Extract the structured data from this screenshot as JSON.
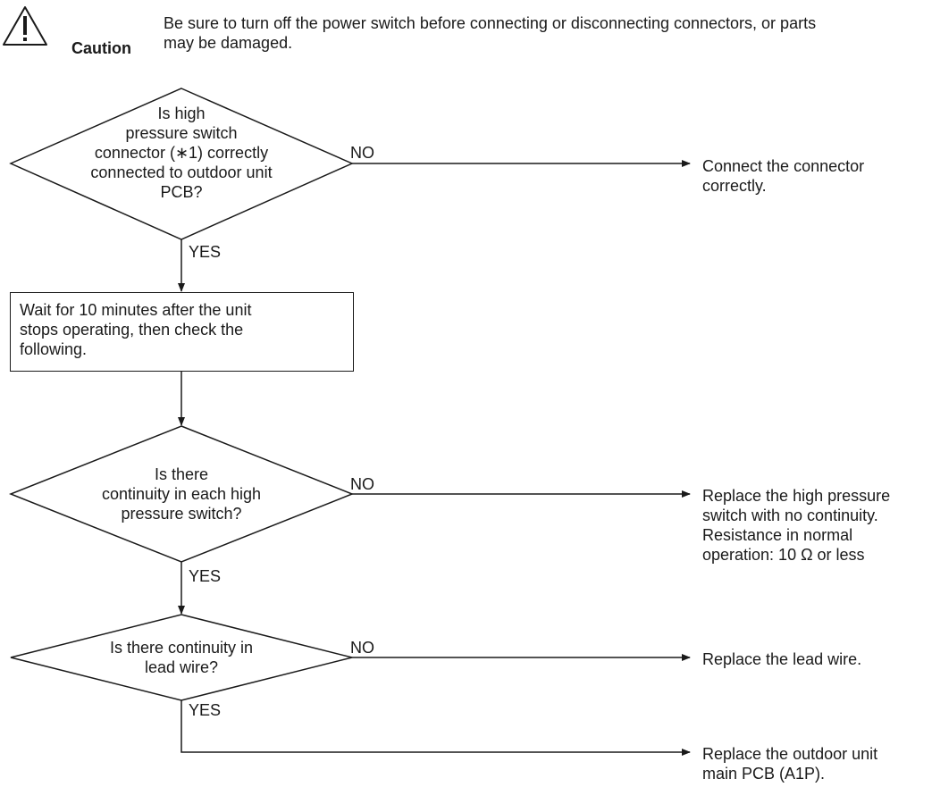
{
  "caution": {
    "label": "Caution",
    "text": "Be sure to turn off the power switch before connecting or disconnecting connectors, or parts may be damaged.",
    "icon": "warning-triangle-icon"
  },
  "decision1": {
    "lines": [
      "Is high",
      "pressure switch",
      "connector (∗1) correctly",
      "connected to outdoor unit",
      "PCB?"
    ],
    "no_label": "NO",
    "yes_label": "YES",
    "no_result": [
      "Connect the connector",
      "correctly."
    ]
  },
  "step1": {
    "lines": [
      "Wait for 10 minutes after the unit",
      "stops operating, then check the",
      "following."
    ]
  },
  "decision2": {
    "lines": [
      "Is there",
      "continuity in each high",
      "pressure switch?"
    ],
    "no_label": "NO",
    "yes_label": "YES",
    "no_result": [
      "Replace the high pressure",
      "switch with no continuity.",
      "Resistance in normal",
      "operation: 10 Ω or less"
    ]
  },
  "decision3": {
    "lines": [
      "Is there continuity in",
      "lead wire?"
    ],
    "no_label": "NO",
    "yes_label": "YES",
    "no_result": [
      "Replace the lead wire."
    ]
  },
  "final_result": {
    "lines": [
      "Replace the outdoor unit",
      "main PCB (A1P)."
    ]
  }
}
